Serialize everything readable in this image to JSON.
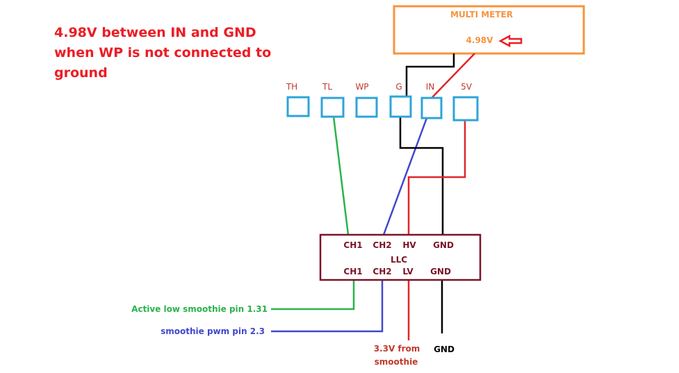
{
  "note": {
    "lines": [
      "4.98V between IN and GND",
      "when WP is not connected to",
      "ground"
    ]
  },
  "meter": {
    "title": "MULTI METER",
    "reading": "4.98V"
  },
  "header_pins": [
    {
      "label": "TH"
    },
    {
      "label": "TL"
    },
    {
      "label": "WP"
    },
    {
      "label": "G"
    },
    {
      "label": "IN"
    },
    {
      "label": "5V"
    }
  ],
  "llc": {
    "name": "LLC",
    "top_pins": [
      "CH1",
      "CH2",
      "HV",
      "GND"
    ],
    "bottom_pins": [
      "CH1",
      "CH2",
      "LV",
      "GND"
    ]
  },
  "wire_labels": {
    "active_low": "Active low smoothie pin 1.31",
    "pwm": "smoothie pwm pin 2.3",
    "lv_source": [
      "3.3V from",
      "smoothie"
    ],
    "gnd": "GND"
  },
  "colors": {
    "note_text": "#ed1c24",
    "meter_border": "#f7943d",
    "meter_text": "#f7943d",
    "arrow": "#ed1c24",
    "pin_box": "#2ea4d8",
    "pin_label": "#c0392b",
    "llc_border": "#7b1326",
    "llc_text": "#7b1326",
    "wire_green": "#2ab34b",
    "wire_blue": "#3f48cc",
    "wire_red": "#e0262b",
    "wire_black": "#000000",
    "label_green": "#2ab34b",
    "label_blue": "#3f48cc",
    "label_red": "#c0392b",
    "label_black": "#000000"
  }
}
